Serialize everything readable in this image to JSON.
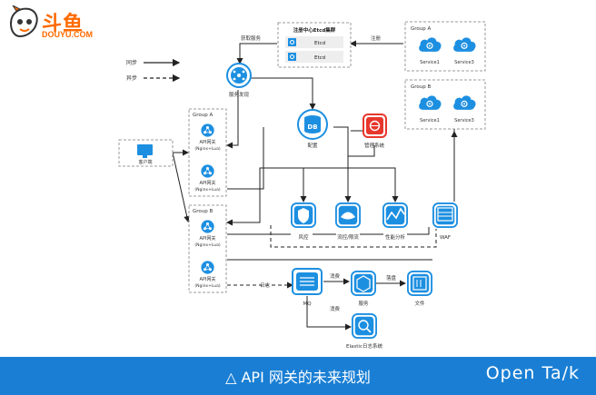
{
  "logo": {
    "name_cn": "斗鱼",
    "name_en": "DOUYU.COM"
  },
  "legend": {
    "sync_label": "同步",
    "async_label": "异步"
  },
  "registry": {
    "title": "注册中心Etcd集群",
    "nodes": [
      "Etcd",
      "Etcd"
    ]
  },
  "edges": {
    "fetch_service": "获取服务",
    "register": "注册",
    "log": "日志",
    "consume1": "消费",
    "consume2": "消费",
    "archive": "落盘"
  },
  "service_discovery": {
    "label": "服务发现"
  },
  "db": {
    "icon_text": "DB",
    "label": "配置"
  },
  "admin": {
    "label": "管理系统"
  },
  "client": {
    "label": "客户端"
  },
  "gateway_group_a": {
    "title": "Group A",
    "gateways": [
      {
        "label": "API网关",
        "sub": "(Nginx+Lua)"
      },
      {
        "label": "API网关",
        "sub": "(Nginx+Lua)"
      }
    ]
  },
  "gateway_group_b": {
    "title": "Group B",
    "gateways": [
      {
        "label": "API网关",
        "sub": "(Nginx+Lua)"
      },
      {
        "label": "API网关",
        "sub": "(Nginx+Lua)"
      }
    ]
  },
  "service_group_a": {
    "title": "Group A",
    "services": [
      "Service1",
      "Service3"
    ]
  },
  "service_group_b": {
    "title": "Group B",
    "services": [
      "Service1",
      "Service3"
    ]
  },
  "nodes": {
    "risk": "风控",
    "throttle": "流控/限流",
    "perf": "性能分析",
    "waf": "WAF",
    "mq": "MQ",
    "service": "服务",
    "file": "文件",
    "elastic": "Elastic日志系统"
  },
  "footer": {
    "caption": "△ API 网关的未来规划",
    "brand": "Open Ta/k"
  },
  "colors": {
    "icon_blue": "#1d8fe1",
    "footer_blue": "#1a7fd4",
    "brand_orange": "#ff6a00",
    "admin_red": "#e8372c"
  }
}
